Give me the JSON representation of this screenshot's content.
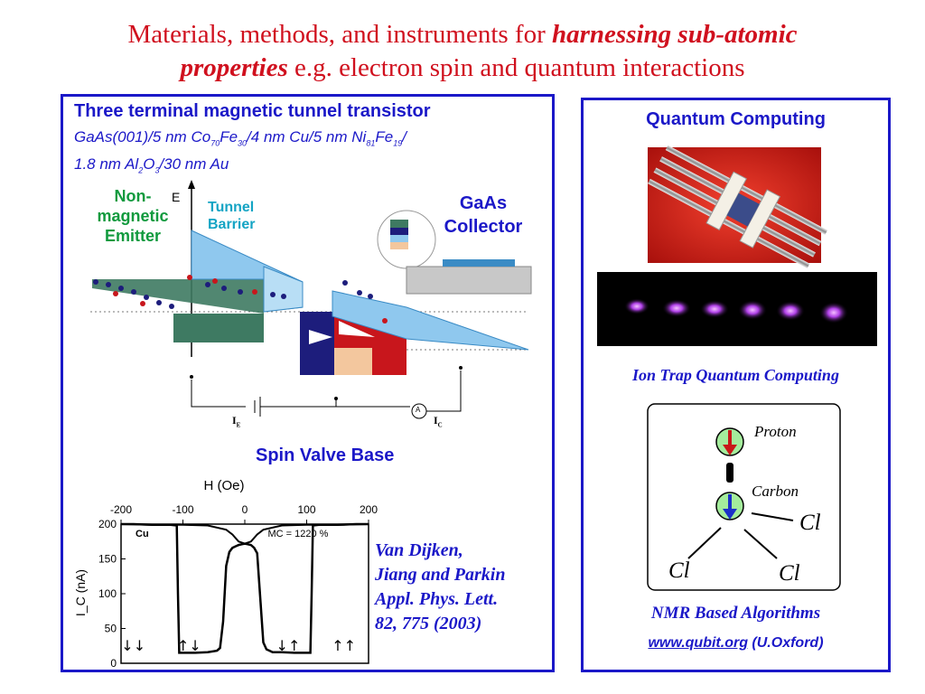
{
  "title": {
    "line1_a": "Materials, methods, and instruments for ",
    "line1_b": "harnessing sub-atomic",
    "line2_a": "properties",
    "line2_b": " e.g.  electron spin and quantum interactions"
  },
  "left": {
    "heading": "Three terminal magnetic tunnel transistor",
    "composition": {
      "a": "GaAs(001)/5 nm Co",
      "s1": "70",
      "b": "Fe",
      "s2": "30",
      "c": "/4 nm Cu/5 nm Ni",
      "s3": "81",
      "d": "Fe",
      "s4": "19",
      "e": "/",
      "f": "1.8 nm Al",
      "s5": "2",
      "g": "O",
      "s6": "3",
      "h": "/30 nm Au"
    },
    "diagram": {
      "emitter_l1": "Non-",
      "emitter_l2": "magnetic",
      "emitter_l3": "Emitter",
      "energy_axis": "E",
      "barrier_l1": "Tunnel",
      "barrier_l2": "Barrier",
      "collector_l1": "GaAs",
      "collector_l2": "Collector",
      "ie": "I",
      "ie_sub": "E",
      "ic": "I",
      "ic_sub": "C",
      "ammeter": "A"
    },
    "base_label": "Spin Valve Base",
    "reference": {
      "l1": "Van Dijken,",
      "l2": "Jiang and Parkin",
      "l3": "Appl. Phys. Lett.",
      "l4": "82, 775 (2003)"
    }
  },
  "chart_data": {
    "type": "line",
    "title": "H (Oe)",
    "xlabel": "H (Oe)",
    "ylabel": "I_C (nA)",
    "xlim": [
      -200,
      200
    ],
    "ylim": [
      0,
      200
    ],
    "xticks": [
      "-200",
      "-100",
      "0",
      "100",
      "200"
    ],
    "yticks": [
      "0",
      "50",
      "100",
      "150",
      "200"
    ],
    "annotation_left": "Cu",
    "annotation_right": "MC = 1220 %",
    "state_labels": [
      "↓↓",
      "↑↓",
      "↓↑",
      "↑↑"
    ],
    "series": [
      {
        "x": [
          -200,
          -180,
          -150,
          -120,
          -110,
          -108,
          -106,
          -100,
          -80,
          -60,
          -45,
          -40,
          -35,
          -30,
          -25,
          -20,
          -15,
          -10,
          -5,
          0,
          5,
          10,
          15,
          20,
          30,
          35,
          40,
          45,
          60,
          80,
          100,
          106,
          108,
          110,
          120,
          150,
          180,
          200
        ],
        "y": [
          200,
          200,
          199,
          199,
          198,
          100,
          15,
          15,
          15,
          16,
          18,
          22,
          60,
          140,
          160,
          166,
          168,
          170,
          171,
          172,
          171,
          170,
          166,
          158,
          30,
          20,
          18,
          16,
          16,
          15,
          15,
          15,
          100,
          198,
          199,
          199,
          200,
          200
        ]
      },
      {
        "x": [
          -200,
          -150,
          -100,
          -60,
          -30,
          -20,
          -10,
          0,
          10,
          20,
          30,
          60,
          100,
          150,
          200
        ],
        "y": [
          200,
          199,
          199,
          198,
          192,
          185,
          175,
          172,
          175,
          185,
          192,
          198,
          199,
          199,
          200
        ]
      }
    ]
  },
  "right": {
    "heading": "Quantum Computing",
    "ion_caption": "Ion Trap Quantum Computing",
    "nmr": {
      "proton": "Proton",
      "carbon": "Carbon",
      "cl1": "Cl",
      "cl2": "Cl",
      "cl3": "Cl"
    },
    "nmr_caption": "NMR Based Algorithms",
    "link": "www.qubit.org",
    "link_suffix": " (U.Oxford)"
  }
}
